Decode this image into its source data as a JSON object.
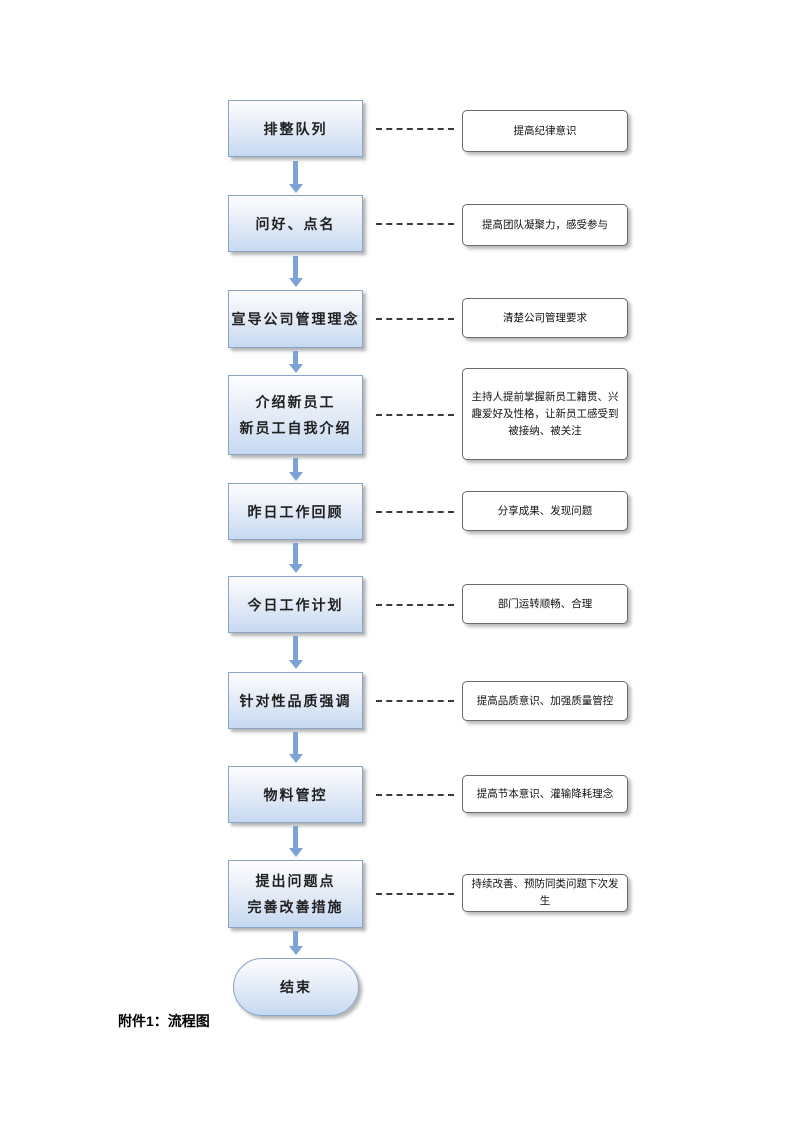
{
  "page": {
    "caption": "附件1：流程图"
  },
  "colors": {
    "box_fill_top": "#fdfdfe",
    "box_fill_bottom": "#c6d9f1",
    "box_border": "#8aa4c8",
    "arrow": "#7da2d6",
    "note_border": "#6b6b6b",
    "shadow": "#787878"
  },
  "flow": {
    "steps": [
      {
        "label_lines": [
          "排整队列"
        ],
        "note": "提高纪律意识"
      },
      {
        "label_lines": [
          "问好、点名"
        ],
        "note": "提高团队凝聚力，感受参与"
      },
      {
        "label_lines": [
          "宣导公司管理理念"
        ],
        "note": "清楚公司管理要求"
      },
      {
        "label_lines": [
          "介绍新员工",
          "新员工自我介绍"
        ],
        "note": "主持人提前掌握新员工籍贯、兴趣爱好及性格，让新员工感受到被接纳、被关注"
      },
      {
        "label_lines": [
          "昨日工作回顾"
        ],
        "note": "分享成果、发现问题"
      },
      {
        "label_lines": [
          "今日工作计划"
        ],
        "note": "部门运转顺畅、合理"
      },
      {
        "label_lines": [
          "针对性品质强调"
        ],
        "note": "提高品质意识、加强质量管控"
      },
      {
        "label_lines": [
          "物料管控"
        ],
        "note": "提高节本意识、灌输降耗理念"
      },
      {
        "label_lines": [
          "提出问题点",
          "完善改善措施"
        ],
        "note": "持续改善、预防同类问题下次发生"
      },
      {
        "label_lines": [
          "结束"
        ],
        "terminal": true
      }
    ]
  }
}
